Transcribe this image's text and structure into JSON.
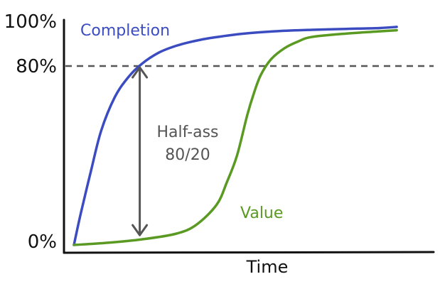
{
  "chart_data": {
    "type": "line",
    "title": "",
    "xlabel": "Time",
    "ylabel": "",
    "y_ticks": [
      "100%",
      "80%",
      "0%"
    ],
    "y_tick_values": [
      100,
      80,
      0
    ],
    "ylim": [
      0,
      100
    ],
    "xlim": [
      0,
      100
    ],
    "grid": false,
    "series": [
      {
        "name": "Completion",
        "color": "#3b4cc0",
        "x": [
          0,
          2,
          5,
          8,
          12,
          16,
          20,
          25,
          30,
          35,
          40,
          50,
          60,
          70,
          80,
          90,
          95
        ],
        "y": [
          0,
          14,
          33,
          51,
          66,
          75,
          81,
          86,
          89,
          91,
          92.5,
          94.5,
          95.6,
          96.2,
          96.6,
          97,
          97.5
        ]
      },
      {
        "name": "Value",
        "color": "#5a9a22",
        "x": [
          0,
          10,
          20,
          30,
          36,
          42,
          45,
          48,
          51,
          53,
          55,
          58,
          62,
          66,
          70,
          80,
          90,
          95
        ],
        "y": [
          0,
          1,
          2.5,
          5,
          9,
          18,
          28,
          40,
          58,
          68,
          76,
          83,
          88,
          91,
          93,
          94.5,
          95.5,
          96
        ]
      }
    ],
    "reference_line": {
      "y": 80,
      "style": "dashed",
      "color": "#555555"
    },
    "annotations": [
      {
        "text_lines": [
          "Half-ass",
          "80/20"
        ],
        "arrow_x": 20,
        "arrow_from_y": 80,
        "arrow_to_y": 2.5,
        "color": "#555555"
      }
    ]
  }
}
